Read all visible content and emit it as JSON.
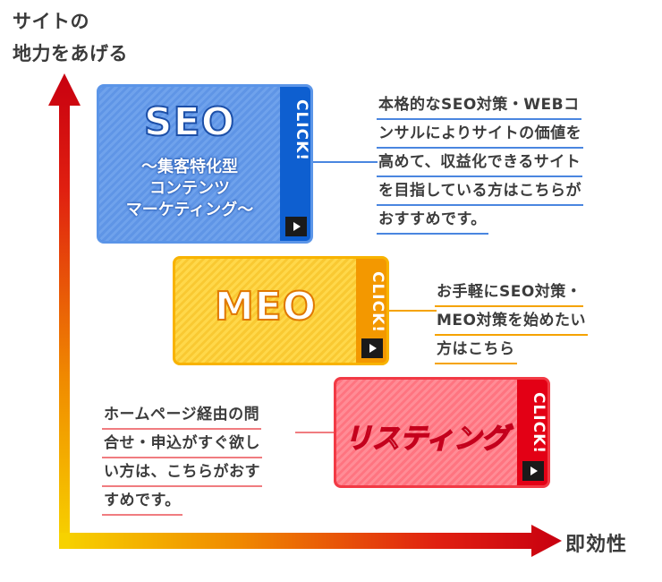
{
  "y_axis_title_lines": [
    "サイトの",
    "地力をあげる"
  ],
  "x_axis_title": "即効性",
  "cards": {
    "seo": {
      "title": "SEO",
      "subtitle_lines": [
        "〜集客特化型",
        "コンテンツ",
        "マーケティング〜"
      ],
      "click_label": "CLICK!",
      "color": "#3f7fde"
    },
    "meo": {
      "title": "MEO",
      "click_label": "CLICK!",
      "color": "#f5a000"
    },
    "listing": {
      "title": "リスティング",
      "click_label": "CLICK!",
      "color": "#e8001c"
    }
  },
  "descriptions": {
    "seo": [
      "本格的なSEO対策・WEBコ",
      "ンサルによりサイトの価値を",
      "高めて、収益化できるサイト",
      "を目指している方はこちらが",
      "おすすめです。"
    ],
    "meo": [
      "お手軽にSEO対策・",
      "MEO対策を始めたい",
      "方はこちら"
    ],
    "listing": [
      "ホームページ経由の問",
      "合せ・申込がすぐ欲し",
      "い方は、こちらがおす",
      "すめです。"
    ]
  },
  "connector_colors": {
    "seo": "#4a86e0",
    "meo": "#f5a300",
    "listing": "#f07c80"
  }
}
